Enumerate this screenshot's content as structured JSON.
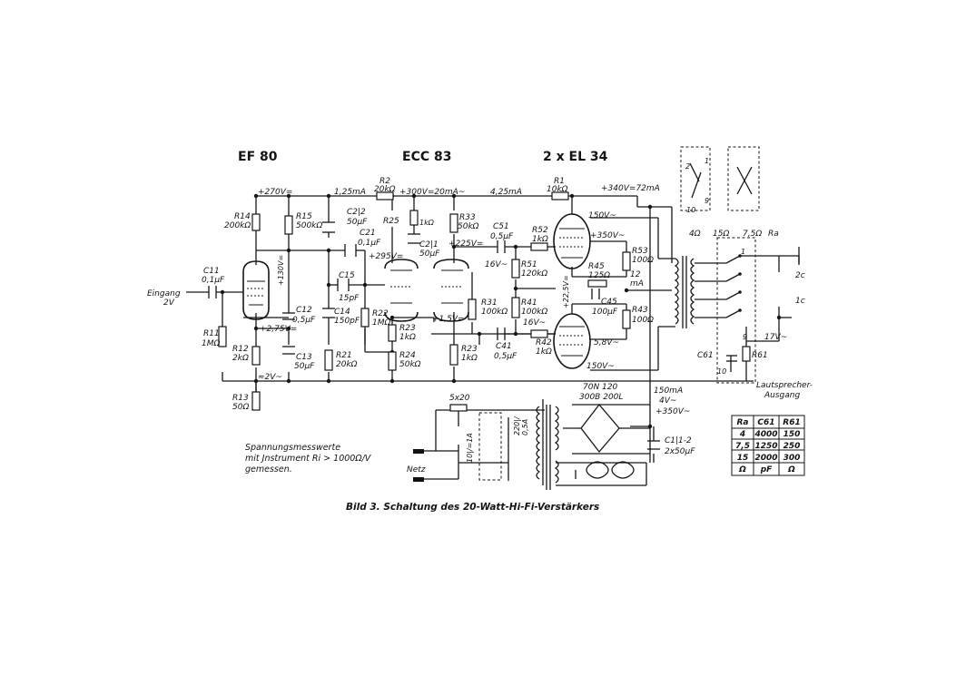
{
  "tubes": {
    "ef80": "EF 80",
    "ecc83": "ECC 83",
    "el34": "2 x EL 34"
  },
  "labels": {
    "v270": "+270V=",
    "i125": "1,25mA",
    "r2": "R2",
    "r2v": "20kΩ",
    "v300": "+300V=20mA~",
    "i425": "4,25mA",
    "r1": "R1",
    "r1v": "10kΩ",
    "v340": "+340V=72mA",
    "r14": "R14",
    "r14v": "200kΩ",
    "r15": "R15",
    "r15v": "500kΩ",
    "c22": "C2|2",
    "c22v": "50μF",
    "r25": "R25",
    "r25v": "1kΩ",
    "c21": "C2|1",
    "c21v": "50μF",
    "r33": "R33",
    "r33v": "50kΩ",
    "c51": "C51",
    "c51v": "0,5μF",
    "r52": "R52",
    "r52v": "1kΩ",
    "c11": "C11",
    "c11v": "0,1μF",
    "eingang": "Eingang",
    "eingangv": "2V",
    "c21b": "C21",
    "c21bv": "0,1μF",
    "v295": "+295V=",
    "v225": "+225V=",
    "v130": "+130V=",
    "c15": "C15",
    "c15v": "15pF",
    "v16a": "16V~",
    "r51": "R51",
    "r51v": "120kΩ",
    "v350a": "+350V~",
    "v150a": "150V~",
    "r53": "R53",
    "r53v": "100Ω",
    "r45": "R45",
    "r45v": "125Ω",
    "c45": "C45",
    "c45v": "100μF",
    "i12": "12",
    "ima": "mA",
    "v225b": "+22,5V=",
    "c12": "C12",
    "c12v": "0,5μF",
    "c14": "C14",
    "c14v": "150pF",
    "r22": "R22",
    "r22v": "1MΩ",
    "r31": "R31",
    "r31v": "100kΩ",
    "r41": "R41",
    "r41v": "100kΩ",
    "v16b": "16V~",
    "r43": "R43",
    "r43v": "100Ω",
    "v15": "+1,5V=",
    "r23": "R23",
    "r23v": "1kΩ",
    "r24": "R24",
    "r24v": "50kΩ",
    "c41": "C41",
    "c41v": "0,5μF",
    "r42": "R42",
    "r42v": "1kΩ",
    "v58": "5,8V~",
    "v150b": "150V~",
    "r11": "R11",
    "r11v": "1MΩ",
    "v275": "+2,75V=",
    "r12": "R12",
    "r12v": "2kΩ",
    "v2": "≈2V~",
    "c13": "C13",
    "c13v": "50μF",
    "r21": "R21",
    "r21v": "20kΩ",
    "r13": "R13",
    "r13v": "50Ω",
    "r23b": "R23",
    "r23bv": "1kΩ",
    "imp4": "4Ω",
    "imp15": "15Ω",
    "imp75": "7,5Ω",
    "ra": "Ra",
    "n1": "1",
    "n2": "2",
    "n9": "9",
    "n10": "10",
    "v17": "17V~",
    "c61": "C61",
    "r61": "R61",
    "t1": "1",
    "t2c": "2c",
    "t1c": "1c",
    "ls1": "Lautsprecher-",
    "ls2": "Ausgang",
    "fuse": "5x20",
    "fuseval": "10|/=1A",
    "volt": "220|/",
    "voltb": "0,5A",
    "net": "Netz",
    "tr1": "70N 120",
    "tr2": "300B 200L",
    "i150": "150mA",
    "v4": "4V~",
    "v350b": "+350V~",
    "c11v1": "C1|1-2",
    "c11v2": "2x50μF"
  },
  "note": {
    "l1": "Spannungsmesswerte",
    "l2": "mit Jnstrument Ri > 1000Ω/V",
    "l3": "gemessen."
  },
  "caption": "Bild 3. Schaltung des 20-Watt-Hi-Fi-Verstärkers",
  "table": {
    "headers": [
      "Ra",
      "C61",
      "R61"
    ],
    "rows": [
      [
        "4",
        "4000",
        "150"
      ],
      [
        "7,5",
        "1250",
        "250"
      ],
      [
        "15",
        "2000",
        "300"
      ],
      [
        "Ω",
        "pF",
        "Ω"
      ]
    ]
  }
}
